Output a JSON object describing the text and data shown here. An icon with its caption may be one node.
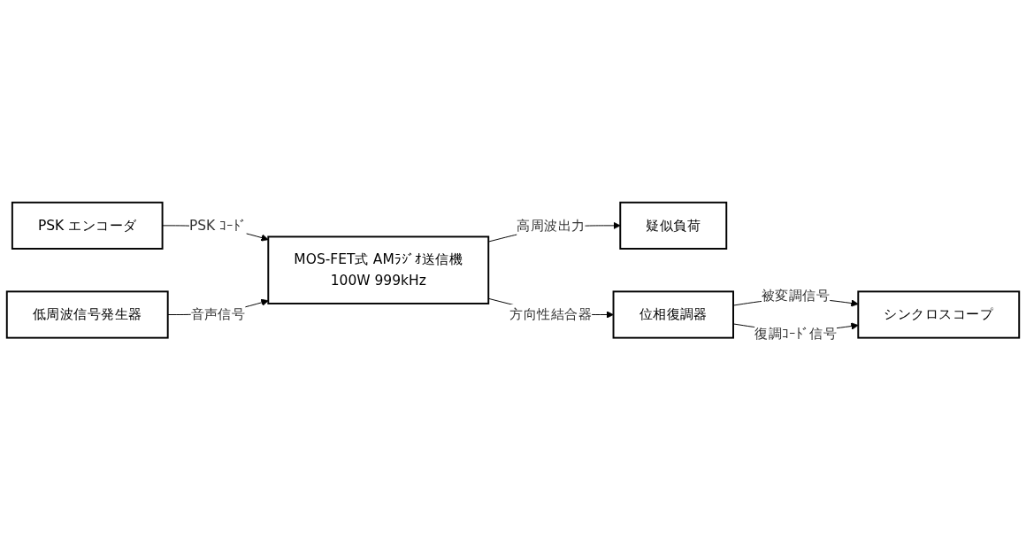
{
  "diagram": {
    "nodes": [
      {
        "text": [
          "PSK エンコーダ"
        ]
      },
      {
        "text": [
          "MOS-FET式 AMﾗｼﾞｵ送信機",
          "100W 999kHz"
        ]
      },
      {
        "text": [
          "疑似負荷"
        ]
      },
      {
        "text": [
          "低周波信号発生器"
        ]
      },
      {
        "text": [
          "位相復調器"
        ]
      },
      {
        "text": [
          "シンクロスコープ"
        ]
      }
    ],
    "edges": [
      {
        "from": 0,
        "to": 1,
        "arrow": "to",
        "label": "PSK ｺｰﾄﾞ"
      },
      {
        "from": 1,
        "to": 2,
        "arrow": "to",
        "label": "高周波出力"
      },
      {
        "from": 3,
        "to": 1,
        "arrow": "to",
        "label": "音声信号"
      },
      {
        "from": 1,
        "to": 4,
        "arrow": "to",
        "label": "方向性結合器"
      },
      {
        "from": 4,
        "to": 5,
        "arrow": "to",
        "label": "被変調信号"
      },
      {
        "from": 4,
        "to": 5,
        "arrow": "to",
        "label": "復調ｺｰﾄﾞ信号"
      }
    ]
  }
}
